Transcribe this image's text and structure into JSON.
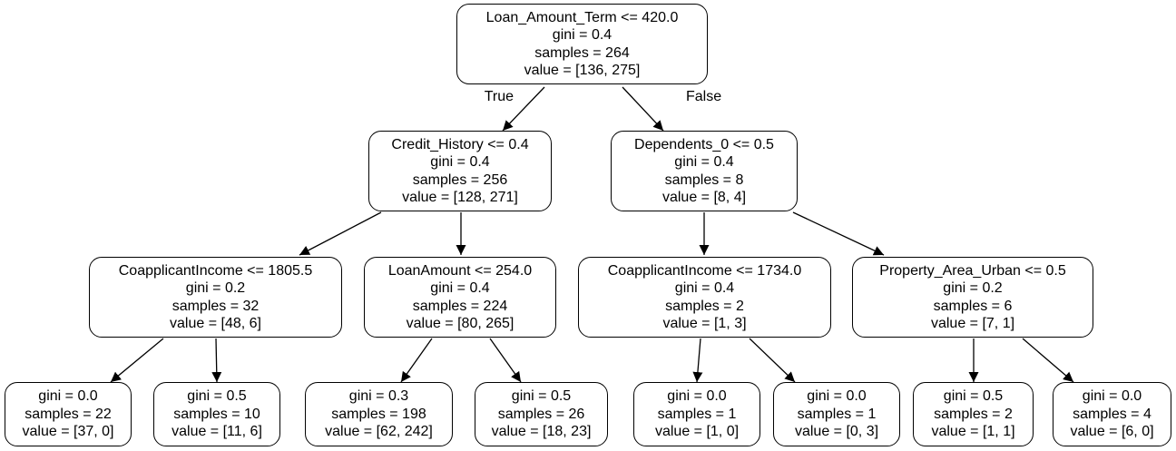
{
  "tree": {
    "nodes": [
      {
        "id": "n0",
        "lines": [
          "Loan_Amount_Term <= 420.0",
          "gini = 0.4",
          "samples = 264",
          "value = [136, 275]"
        ]
      },
      {
        "id": "n1",
        "lines": [
          "Credit_History <= 0.4",
          "gini = 0.4",
          "samples = 256",
          "value = [128, 271]"
        ]
      },
      {
        "id": "n2",
        "lines": [
          "Dependents_0 <= 0.5",
          "gini = 0.4",
          "samples = 8",
          "value = [8, 4]"
        ]
      },
      {
        "id": "n3",
        "lines": [
          "CoapplicantIncome <= 1805.5",
          "gini = 0.2",
          "samples = 32",
          "value = [48, 6]"
        ]
      },
      {
        "id": "n4",
        "lines": [
          "LoanAmount <= 254.0",
          "gini = 0.4",
          "samples = 224",
          "value = [80, 265]"
        ]
      },
      {
        "id": "n5",
        "lines": [
          "CoapplicantIncome <= 1734.0",
          "gini = 0.4",
          "samples = 2",
          "value = [1, 3]"
        ]
      },
      {
        "id": "n6",
        "lines": [
          "Property_Area_Urban <= 0.5",
          "gini = 0.2",
          "samples = 6",
          "value = [7, 1]"
        ]
      },
      {
        "id": "n7",
        "lines": [
          "gini = 0.0",
          "samples = 22",
          "value = [37, 0]"
        ]
      },
      {
        "id": "n8",
        "lines": [
          "gini = 0.5",
          "samples = 10",
          "value = [11, 6]"
        ]
      },
      {
        "id": "n9",
        "lines": [
          "gini = 0.3",
          "samples = 198",
          "value = [62, 242]"
        ]
      },
      {
        "id": "n10",
        "lines": [
          "gini = 0.5",
          "samples = 26",
          "value = [18, 23]"
        ]
      },
      {
        "id": "n11",
        "lines": [
          "gini = 0.0",
          "samples = 1",
          "value = [1, 0]"
        ]
      },
      {
        "id": "n12",
        "lines": [
          "gini = 0.0",
          "samples = 1",
          "value = [0, 3]"
        ]
      },
      {
        "id": "n13",
        "lines": [
          "gini = 0.5",
          "samples = 2",
          "value = [1, 1]"
        ]
      },
      {
        "id": "n14",
        "lines": [
          "gini = 0.0",
          "samples = 4",
          "value = [6, 0]"
        ]
      }
    ],
    "edges": [
      {
        "from": "n0",
        "to": "n1",
        "label": "True"
      },
      {
        "from": "n0",
        "to": "n2",
        "label": "False"
      },
      {
        "from": "n1",
        "to": "n3",
        "label": ""
      },
      {
        "from": "n1",
        "to": "n4",
        "label": ""
      },
      {
        "from": "n2",
        "to": "n5",
        "label": ""
      },
      {
        "from": "n2",
        "to": "n6",
        "label": ""
      },
      {
        "from": "n3",
        "to": "n7",
        "label": ""
      },
      {
        "from": "n3",
        "to": "n8",
        "label": ""
      },
      {
        "from": "n4",
        "to": "n9",
        "label": ""
      },
      {
        "from": "n4",
        "to": "n10",
        "label": ""
      },
      {
        "from": "n5",
        "to": "n11",
        "label": ""
      },
      {
        "from": "n5",
        "to": "n12",
        "label": ""
      },
      {
        "from": "n6",
        "to": "n13",
        "label": ""
      },
      {
        "from": "n6",
        "to": "n14",
        "label": ""
      }
    ]
  }
}
